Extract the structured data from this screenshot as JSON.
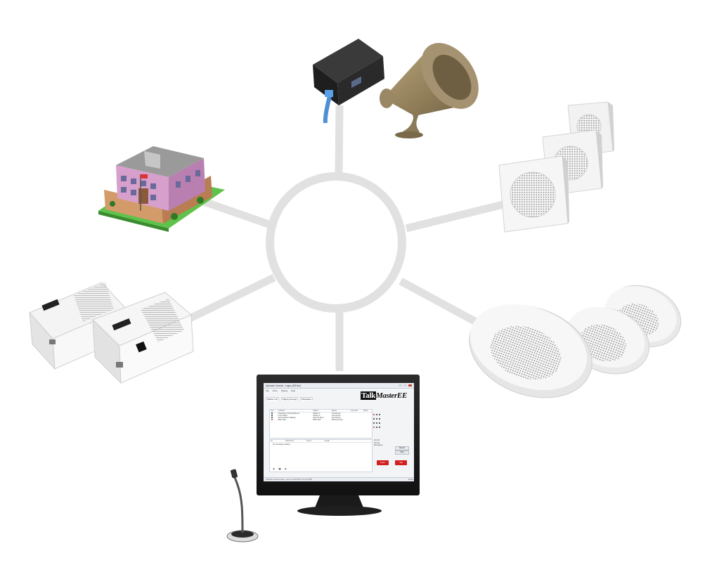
{
  "diagram": {
    "nodes": [
      {
        "id": "poe-adapter-horn",
        "label": ""
      },
      {
        "id": "wall-speakers",
        "label": ""
      },
      {
        "id": "ceiling-speakers",
        "label": ""
      },
      {
        "id": "talkmaster-console",
        "label": ""
      },
      {
        "id": "intercom-stations",
        "label": ""
      },
      {
        "id": "school-building",
        "label": ""
      }
    ],
    "hub": {
      "id": "network-hub",
      "label": ""
    }
  },
  "console": {
    "window_title": "Operator Console - Logon (Off line)",
    "menu": [
      "File",
      "Zone",
      "Paging",
      "Help"
    ],
    "tabs": [
      "Station List",
      "Paging Groups",
      "Schedules"
    ],
    "brand_talk": "Talk",
    "brand_master": "Master",
    "brand_ee": "EE",
    "zone_headers": [
      "Icon",
      "Location",
      "Station",
      "Status",
      "Last Call",
      "Mode"
    ],
    "zone_rows": [
      [
        "",
        "Classroom Principal Room",
        "Station 1",
        "Connected",
        "",
        ""
      ],
      [
        "",
        "Front Office",
        "Station 2",
        "Connected",
        "",
        ""
      ],
      [
        "",
        "Second Floor Hallway",
        "Second Floor",
        "Connected",
        "",
        ""
      ],
      [
        "",
        "Main Hall",
        "Main Hall",
        "Disconnected",
        "",
        ""
      ]
    ],
    "log_headers": [
      "Nr.",
      "Date/Time",
      "Name",
      "Length"
    ],
    "log_rows": [
      "No messages waiting"
    ],
    "controls": [
      "◀",
      "▮▮",
      "▶"
    ],
    "options": [
      "All Call",
      "Normal",
      "Emergency"
    ],
    "gray_buttons": [
      "Record",
      "Stop"
    ],
    "red_buttons": [
      "Listen",
      "Talk"
    ],
    "status_text": "Operator Console ready - server on 192.168.1.10 port 5000",
    "status_right": "Ready"
  }
}
